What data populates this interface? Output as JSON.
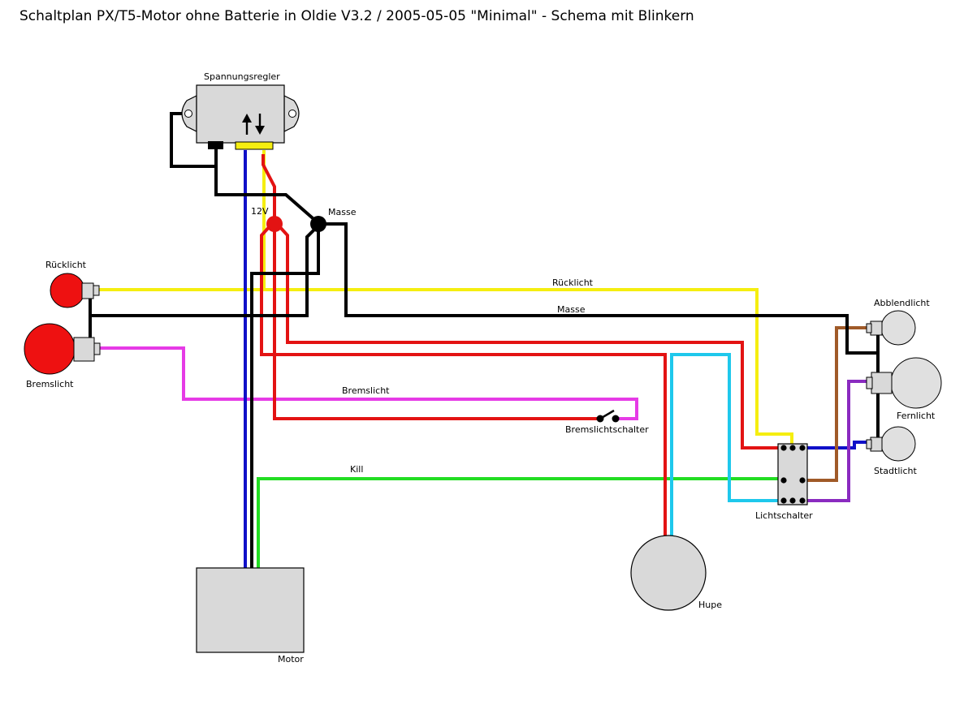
{
  "title": "Schaltplan PX/T5-Motor ohne Batterie in Oldie  V3.2 / 2005-05-05 \"Minimal\" - Schema mit Blinkern",
  "labels": {
    "regulator": "Spannungsregler",
    "v12": "12V",
    "ground_node": "Masse",
    "taillight": "Rücklicht",
    "brakelight": "Bremslicht",
    "wire_taillight": "Rücklicht",
    "wire_ground": "Masse",
    "wire_brake": "Bremslicht",
    "brake_switch": "Bremslichtschalter",
    "kill": "Kill",
    "motor": "Motor",
    "horn": "Hupe",
    "light_switch": "Lichtschalter",
    "low_beam": "Abblendlicht",
    "high_beam": "Fernlicht",
    "parking_light": "Stadtlicht"
  },
  "colors": {
    "red": "#e31313",
    "black": "#000000",
    "blue": "#1010c8",
    "yellow": "#f5ee10",
    "magenta": "#e63be6",
    "green": "#22dd22",
    "cyan": "#1ec8ec",
    "brown": "#a05a28",
    "purple": "#8a2bc0",
    "component_gray": "#d9d9d9",
    "lamp_red": "#ee1111"
  }
}
